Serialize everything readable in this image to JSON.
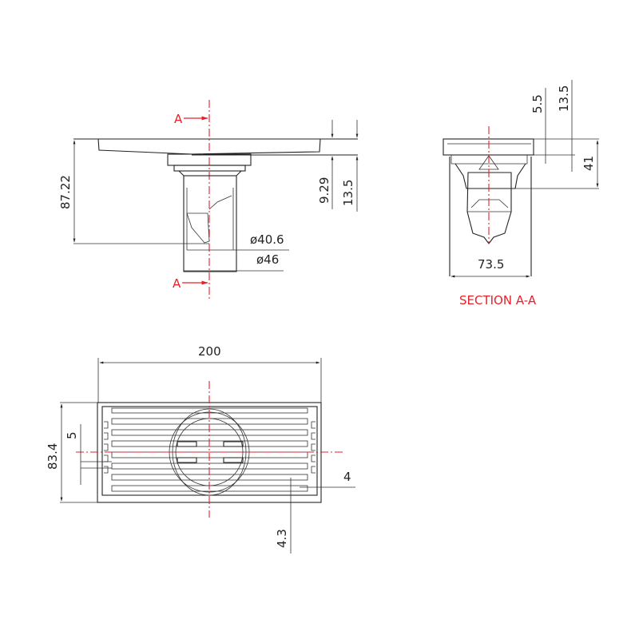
{
  "front_view": {
    "section_marker_top": "A",
    "section_marker_bottom": "A",
    "dim_height": "87.22",
    "dim_inner_diameter": "ø40.6",
    "dim_outer_diameter": "ø46",
    "dim_plate_depth": "9.29",
    "dim_hub_depth": "13.5"
  },
  "section_view": {
    "title": "SECTION A-A",
    "dim_width": "73.5",
    "dim_top": "5.5",
    "dim_mid": "13.5",
    "dim_depth": "41"
  },
  "top_view": {
    "dim_length": "200",
    "dim_width": "83.4",
    "dim_slot": "5",
    "dim_bar": "4",
    "dim_edge": "4.3"
  },
  "colors": {
    "line": "#222222",
    "section": "#e8202a"
  }
}
